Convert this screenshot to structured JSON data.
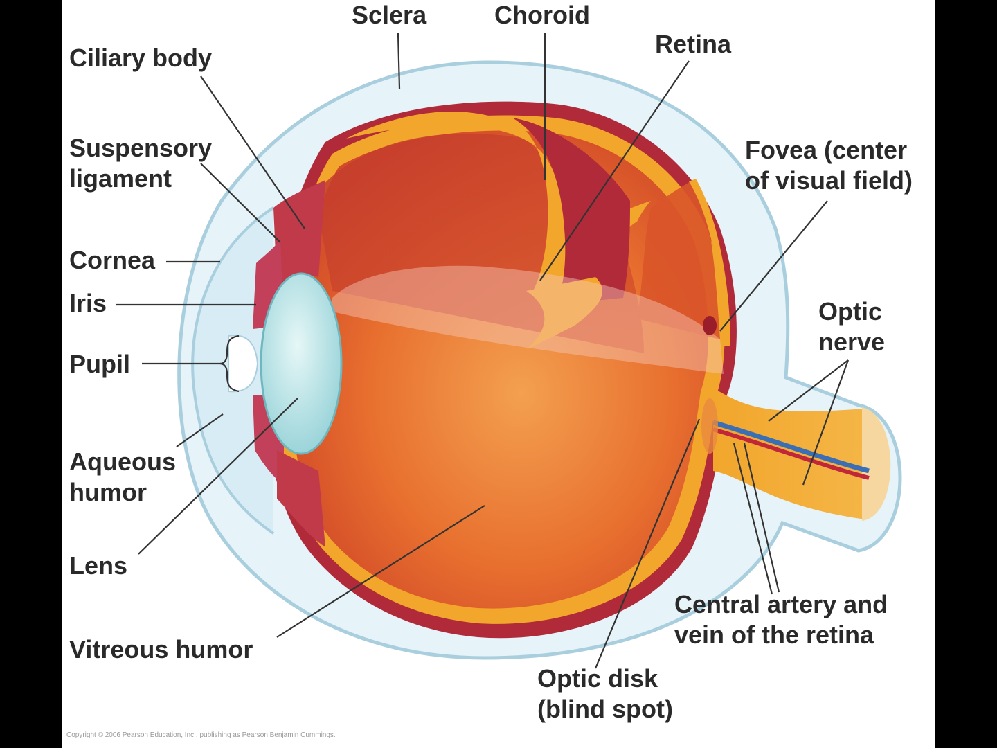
{
  "diagram": {
    "labels": {
      "sclera": "Sclera",
      "choroid": "Choroid",
      "retina": "Retina",
      "ciliary_body": "Ciliary body",
      "suspensory_ligament": [
        "Suspensory",
        "ligament"
      ],
      "cornea": "Cornea",
      "iris": "Iris",
      "pupil": "Pupil",
      "aqueous_humor": [
        "Aqueous",
        "humor"
      ],
      "lens": "Lens",
      "vitreous_humor": "Vitreous humor",
      "fovea": [
        "Fovea (center",
        "of visual field)"
      ],
      "optic_nerve": [
        "Optic",
        "nerve"
      ],
      "central_artery": [
        "Central artery and",
        "vein of the retina"
      ],
      "optic_disk": [
        "Optic disk",
        "(blind spot)"
      ]
    },
    "copyright": "Copyright © 2006 Pearson Education, Inc., publishing as Pearson Benjamin Cummings."
  },
  "colors": {
    "background": "#000000",
    "panel": "#ffffff",
    "sclera_fill": "#e6f3f8",
    "sclera_edge": "#a9cfdf",
    "choroid": "#b02a3a",
    "retina": "#f2a62c",
    "vitreous": "#e0602c",
    "lens": "#a8dde0",
    "leader_line": "#333333"
  }
}
